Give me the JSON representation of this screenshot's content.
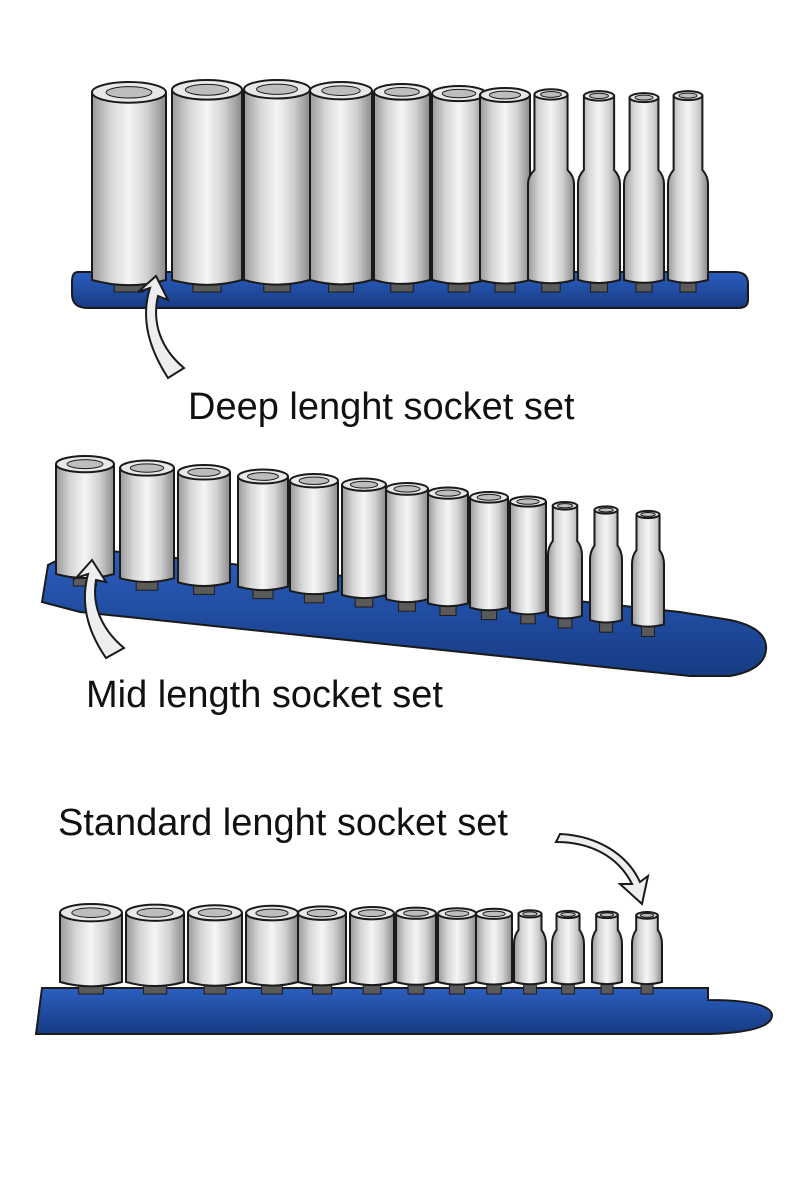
{
  "captions": {
    "deep": "Deep lenght socket set",
    "mid": "Mid length socket set",
    "standard": "Standard lenght socket set"
  },
  "colors": {
    "rail": "#1f4fa8",
    "rail_dark": "#163b82",
    "socket_light": "#f2f2f2",
    "socket_mid": "#c9c9c9",
    "socket_dark": "#8e8e8e",
    "post": "#5a5a5a",
    "outline": "#1a1a1a",
    "arrow_fill": "#eeeeee"
  },
  "sets": {
    "deep": {
      "socket_count": 11
    },
    "mid": {
      "socket_count": 13
    },
    "standard": {
      "socket_count": 13
    }
  },
  "icons": [
    "pointer-arrow-icon"
  ]
}
